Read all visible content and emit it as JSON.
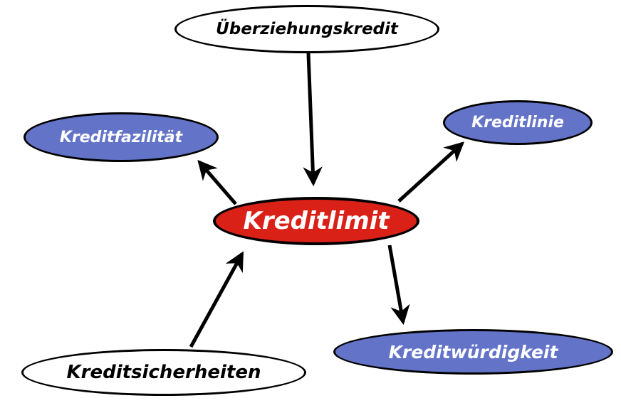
{
  "diagram": {
    "title": "Kreditlimit concept map",
    "nodes": [
      {
        "id": "ueberziehungskredit",
        "label": "Überziehungskredit",
        "fill": "#FFFFFF",
        "text_color": "#000000",
        "role": "related-term"
      },
      {
        "id": "kreditfazilitaet",
        "label": "Kreditfazilität",
        "fill": "#6273C8",
        "text_color": "#FFFFFF",
        "role": "related-term"
      },
      {
        "id": "kreditlinie",
        "label": "Kreditlinie",
        "fill": "#6273C8",
        "text_color": "#FFFFFF",
        "role": "related-term"
      },
      {
        "id": "kreditlimit",
        "label": "Kreditlimit",
        "fill": "#DA2118",
        "text_color": "#FFFFFF",
        "role": "central-concept"
      },
      {
        "id": "kreditwuerdigkeit",
        "label": "Kreditwürdigkeit",
        "fill": "#6273C8",
        "text_color": "#FFFFFF",
        "role": "related-term"
      },
      {
        "id": "kreditsicherheiten",
        "label": "Kreditsicherheiten",
        "fill": "#FFFFFF",
        "text_color": "#000000",
        "role": "related-term"
      }
    ],
    "edges": [
      {
        "from": "ueberziehungskredit",
        "to": "kreditlimit"
      },
      {
        "from": "kreditlimit",
        "to": "kreditlinie"
      },
      {
        "from": "kreditlimit",
        "to": "kreditfazilitaet"
      },
      {
        "from": "kreditsicherheiten",
        "to": "kreditlimit"
      },
      {
        "from": "kreditlimit",
        "to": "kreditwuerdigkeit"
      }
    ],
    "colors": {
      "node_blue": "#6273C8",
      "node_red": "#DA2118",
      "node_white": "#FFFFFF",
      "stroke": "#000000",
      "background": "#FFFFFF"
    }
  }
}
